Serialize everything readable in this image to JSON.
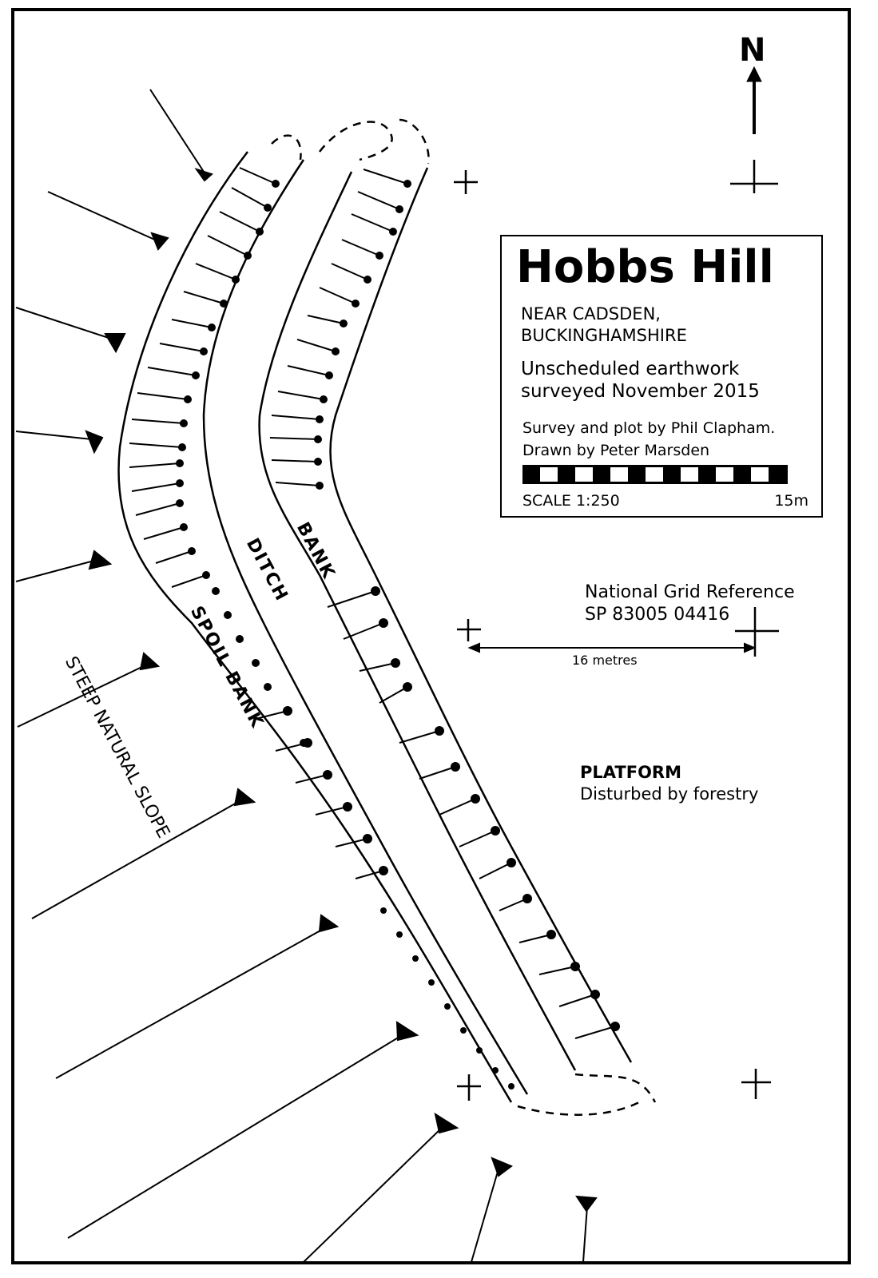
{
  "map": {
    "title": "Hobbs Hill",
    "location_line1": "NEAR CADSDEN,",
    "location_line2": "BUCKINGHAMSHIRE",
    "description_line1": "Unscheduled earthwork",
    "description_line2": "surveyed November 2015",
    "credit_line1": "Survey and plot by Phil Clapham.",
    "credit_line2": "Drawn by Peter Marsden",
    "scale_label": "SCALE 1:250",
    "scale_length": "15m",
    "north_label": "N",
    "grid_reference_label": "National Grid Reference",
    "grid_reference_value": "SP 83005 04416",
    "distance_label": "16 metres",
    "features": {
      "bank": "BANK",
      "ditch": "DITCH",
      "spoil_bank": "SPOIL BANK",
      "slope": "STEEP NATURAL SLOPE",
      "platform_title": "PLATFORM",
      "platform_note": "Disturbed by forestry"
    },
    "colors": {
      "ink": "#000000",
      "paper": "#ffffff"
    }
  }
}
